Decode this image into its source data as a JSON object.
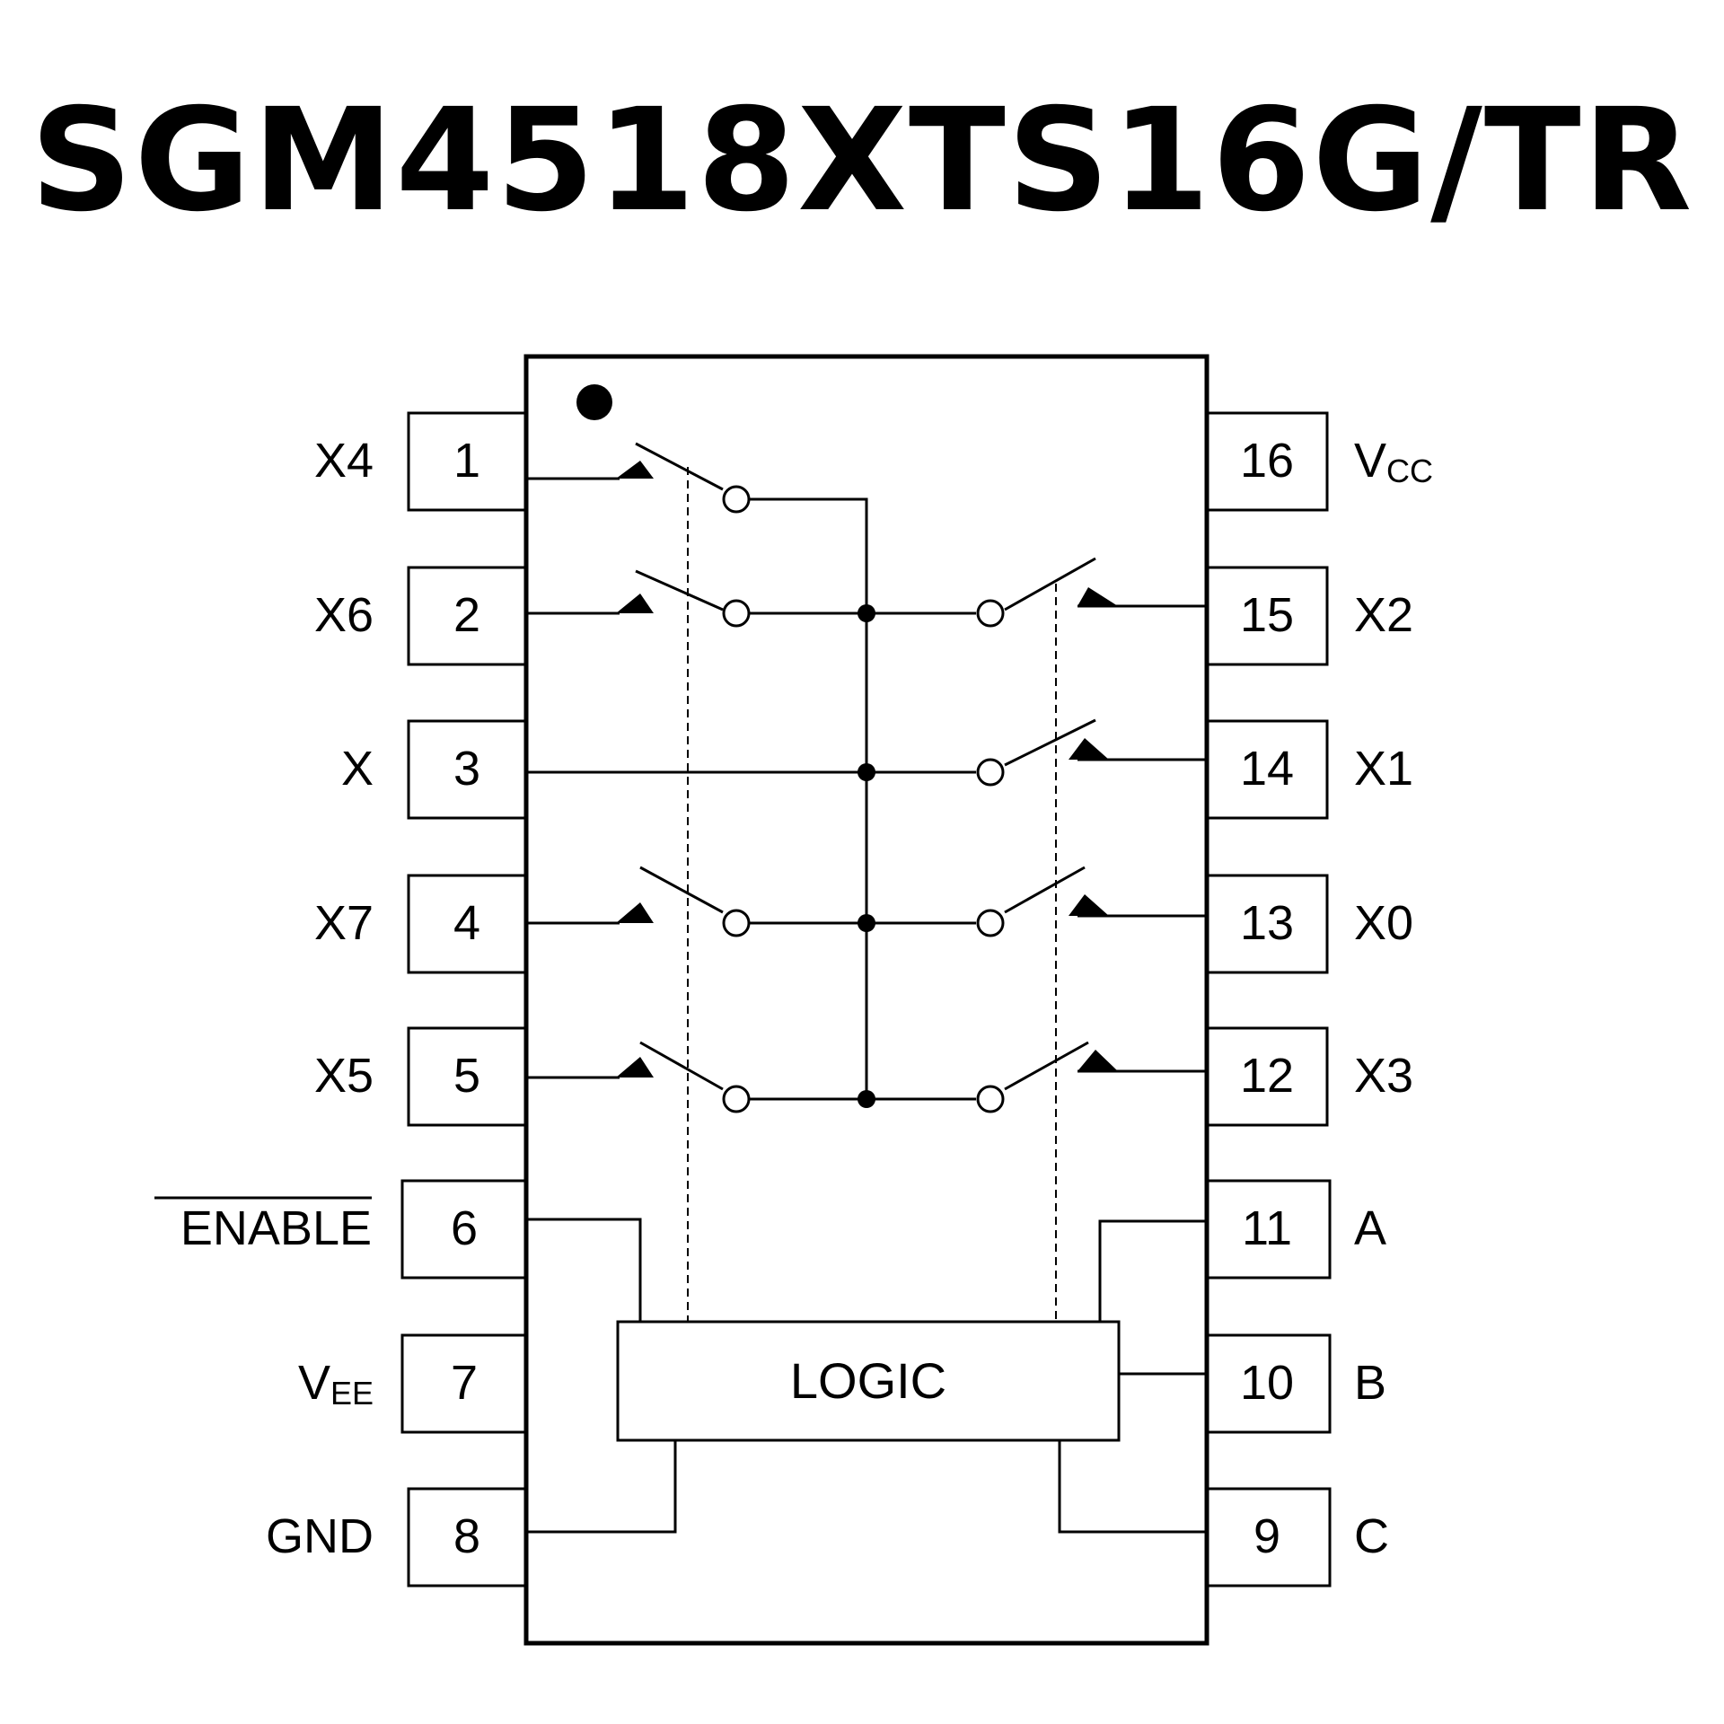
{
  "title": "SGM4518XTS16G/TR",
  "logic_label": "LOGIC",
  "left_pins": [
    {
      "number": "1",
      "label": "X4"
    },
    {
      "number": "2",
      "label": "X6"
    },
    {
      "number": "3",
      "label": "X"
    },
    {
      "number": "4",
      "label": "X7"
    },
    {
      "number": "5",
      "label": "X5"
    },
    {
      "number": "6",
      "label": "ENABLE",
      "overbar": true
    },
    {
      "number": "7",
      "label": "V",
      "sub": "EE"
    },
    {
      "number": "8",
      "label": "GND"
    }
  ],
  "right_pins": [
    {
      "number": "16",
      "label": "V",
      "sub": "CC"
    },
    {
      "number": "15",
      "label": "X2"
    },
    {
      "number": "14",
      "label": "X1"
    },
    {
      "number": "13",
      "label": "X0"
    },
    {
      "number": "12",
      "label": "X3"
    },
    {
      "number": "11",
      "label": "A"
    },
    {
      "number": "10",
      "label": "B"
    },
    {
      "number": "9",
      "label": "C"
    }
  ]
}
